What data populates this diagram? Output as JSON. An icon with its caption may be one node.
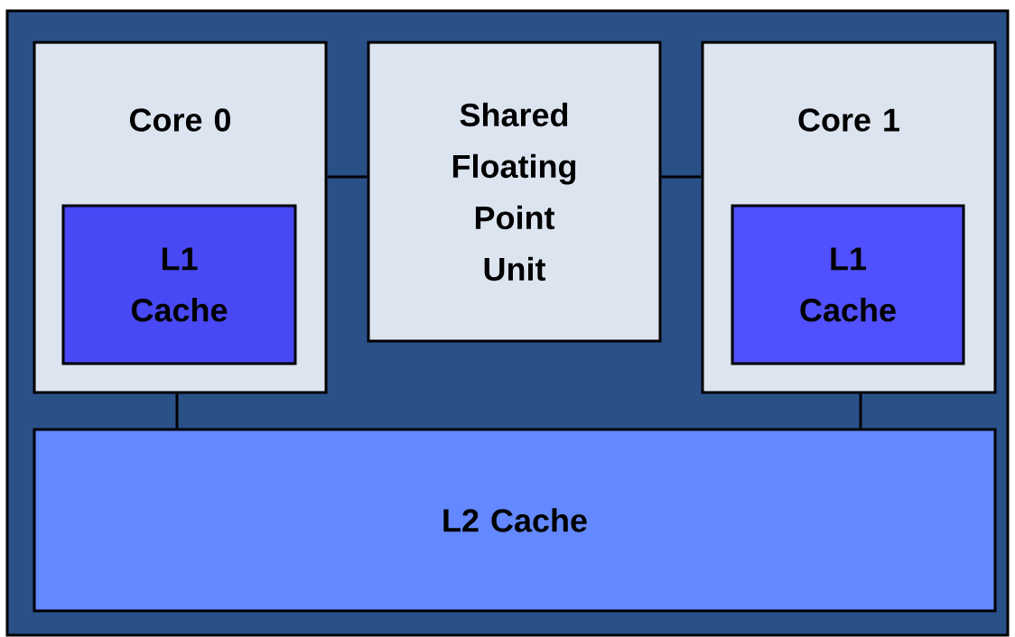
{
  "diagram": {
    "nodes": [
      {
        "text": [],
        "shape": "box"
      },
      {
        "text": [
          "Core 0"
        ],
        "in": 0
      },
      {
        "text": [
          "L1 Cache"
        ],
        "in": 1
      },
      {
        "text": [
          "Shared Floating Point Unit"
        ],
        "in": 0
      },
      {
        "text": [
          "Core 1"
        ],
        "in": 0
      },
      {
        "text": [
          "L1 Cache"
        ],
        "in": 4
      },
      {
        "text": [
          "L2 Cache"
        ],
        "in": 0
      }
    ],
    "edges": [
      {
        "from": 1,
        "to": 3,
        "arrow": "none"
      },
      {
        "from": 3,
        "to": 4,
        "arrow": "none"
      },
      {
        "from": 1,
        "to": 6,
        "arrow": "none"
      },
      {
        "from": 4,
        "to": 6,
        "arrow": "none"
      }
    ]
  }
}
